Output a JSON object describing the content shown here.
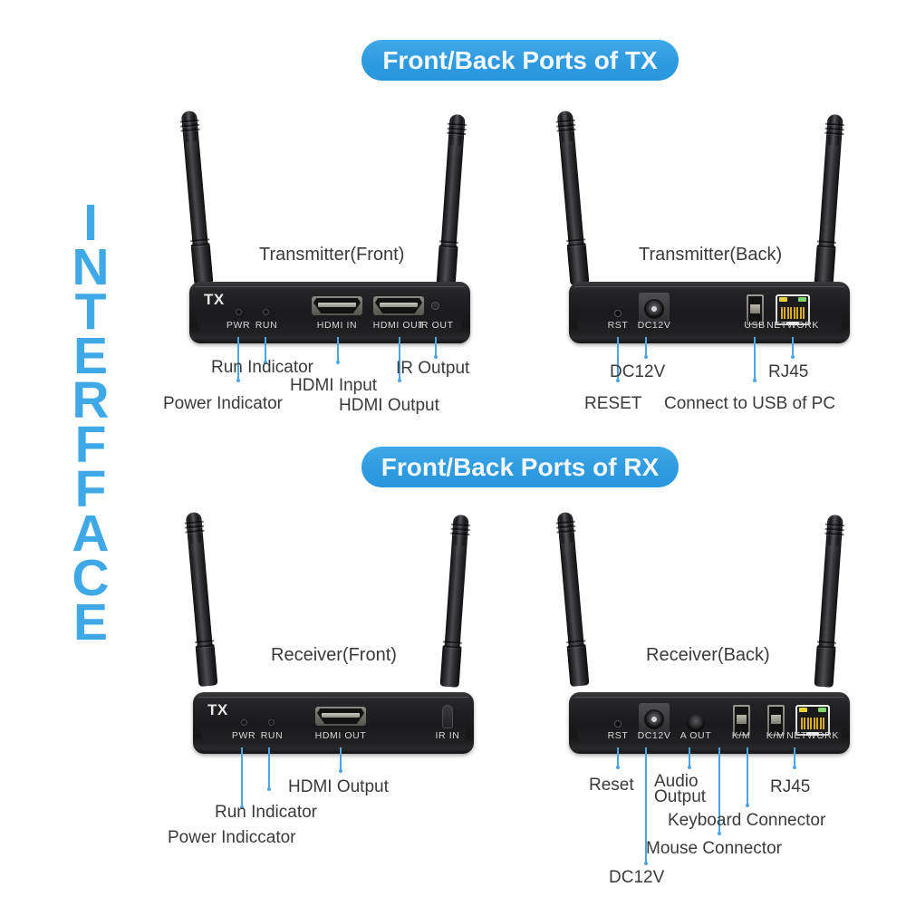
{
  "page": {
    "vertical_title": "INTERFFACE",
    "vertical_letters": [
      "I",
      "N",
      "T",
      "E",
      "R",
      "F",
      "F",
      "A",
      "C",
      "E"
    ],
    "accent_color": "#3FA9E8",
    "callout_line_color": "#4BA6E8",
    "text_color": "#3A3A3A"
  },
  "sections": {
    "tx": {
      "header": "Front/Back Ports of TX"
    },
    "rx": {
      "header": "Front/Back Ports of RX"
    }
  },
  "devices": {
    "tx_front": {
      "title": "Transmitter(Front)",
      "chassis_mark": "TX",
      "port_labels": [
        "PWR",
        "RUN",
        "HDMI IN",
        "HDMI OUT",
        "IR OUT"
      ],
      "callouts": [
        {
          "text": "Power Indicator"
        },
        {
          "text": "Run Indicator"
        },
        {
          "text": "HDMI Input"
        },
        {
          "text": "HDMI Output"
        },
        {
          "text": "IR Output"
        }
      ]
    },
    "tx_back": {
      "title": "Transmitter(Back)",
      "port_labels": [
        "RST",
        "DC12V",
        "USB",
        "NETWORK"
      ],
      "callouts": [
        {
          "text": "RESET"
        },
        {
          "text": "DC12V"
        },
        {
          "text": "Connect to USB of PC"
        },
        {
          "text": "RJ45"
        }
      ]
    },
    "rx_front": {
      "title": "Receiver(Front)",
      "chassis_mark": "TX",
      "port_labels": [
        "PWR",
        "RUN",
        "HDMI OUT",
        "IR IN"
      ],
      "callouts": [
        {
          "text": "Power Indiccator"
        },
        {
          "text": "Run Indicator"
        },
        {
          "text": "HDMI Output"
        }
      ]
    },
    "rx_back": {
      "title": "Receiver(Back)",
      "port_labels": [
        "RST",
        "DC12V",
        "A OUT",
        "K/M",
        "K/M",
        "NETWORK"
      ],
      "callouts": [
        {
          "text": "Reset"
        },
        {
          "text": "DC12V"
        },
        {
          "text": "Audio"
        },
        {
          "text": "Output"
        },
        {
          "text": "Mouse Connector"
        },
        {
          "text": "Keyboard Connector"
        },
        {
          "text": "RJ45"
        }
      ]
    }
  }
}
